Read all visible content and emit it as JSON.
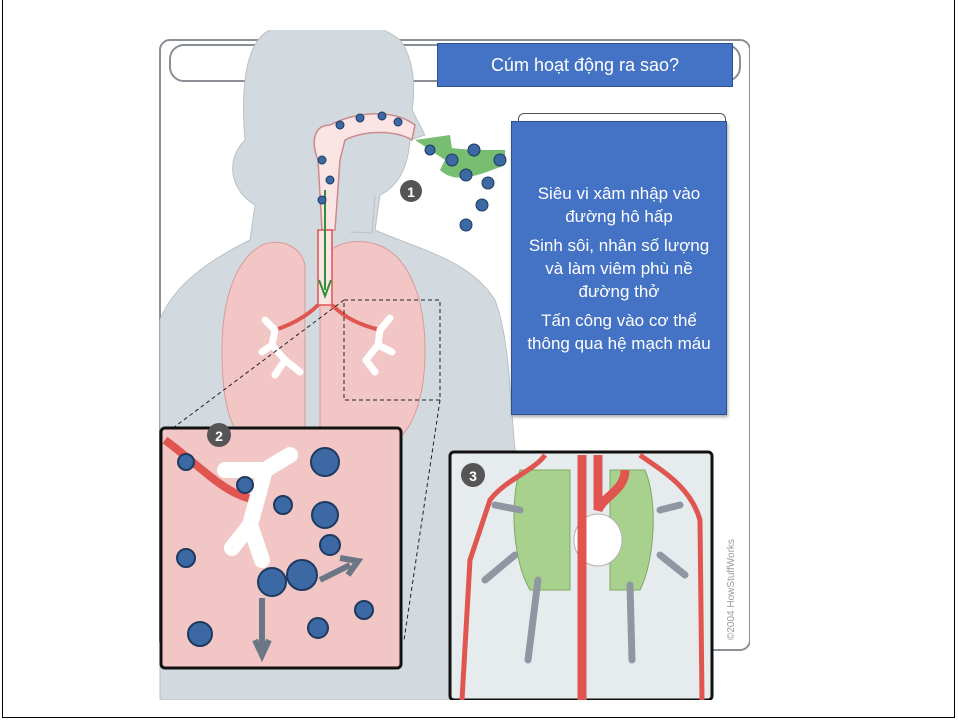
{
  "title": "Cúm hoạt động ra sao?",
  "steps": [
    {
      "number": "1",
      "text": "Siêu vi xâm nhập vào đường hô hấp"
    },
    {
      "number": "2",
      "text": "Sinh sôi, nhân số lượng và làm viêm phù nề đường thở"
    },
    {
      "number": "3",
      "text": "Tấn công vào cơ thể thông qua hệ mạch máu"
    }
  ],
  "credit": "©2004 HowStuffWorks",
  "colors": {
    "accent_box": "#4472c4",
    "body_fill": "#d3dadf",
    "lung_fill": "#f3c6c6",
    "virus_fill": "#3c68a3",
    "artery": "#e05550",
    "lung_green": "#a9d18e"
  }
}
